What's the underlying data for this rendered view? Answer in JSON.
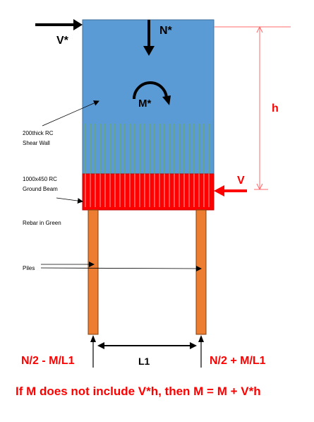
{
  "loads": {
    "v_star": "V*",
    "n_star": "N*",
    "m_star": "M*",
    "v": "V",
    "h": "h"
  },
  "annotations": {
    "shear_wall": [
      "200thick RC",
      "Shear Wall"
    ],
    "ground_beam": [
      "1000x450 RC",
      "Ground Beam"
    ],
    "rebar": "Rebar in Green",
    "piles": "Piles"
  },
  "dimensions": {
    "l1": "L1"
  },
  "reactions": {
    "left": "N/2 - M/L1",
    "right": "N/2 + M/L1"
  },
  "note": "If M does not include V*h, then M = M + V*h",
  "colors": {
    "wall": "#5b9bd5",
    "beam": "#ff0000",
    "pile": "#ed7d31",
    "rebar": "#70ad47",
    "red_text": "#ff0000",
    "dim_line": "#ff6b6b"
  }
}
